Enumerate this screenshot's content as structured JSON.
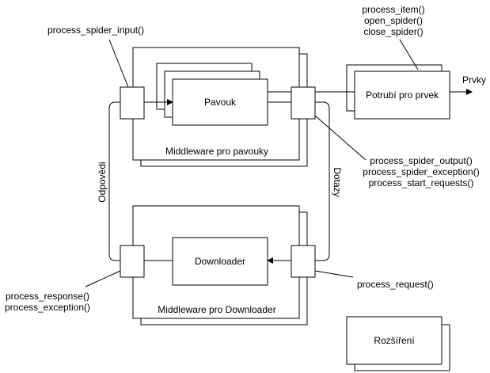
{
  "nodes": {
    "spider": "Pavouk",
    "pipeline": "Potrubí pro prvek",
    "downloader": "Downloader",
    "extensions": "Rozšíření",
    "spider_mw": "Middleware pro pavouky",
    "downloader_mw": "Middleware pro Downloader"
  },
  "edges": {
    "items": "Prvky",
    "responses": "Odpovědi",
    "requests": "Dotazy"
  },
  "callouts": {
    "spider_input": "process_spider_input()",
    "pipeline_methods": [
      "process_item()",
      "open_spider()",
      "close_spider()"
    ],
    "spider_output": [
      "process_spider_output()",
      "process_spider_exception()",
      "process_start_requests()"
    ],
    "downloader_response": [
      "process_response()",
      "process_exception()"
    ],
    "downloader_request": "process_request()"
  }
}
